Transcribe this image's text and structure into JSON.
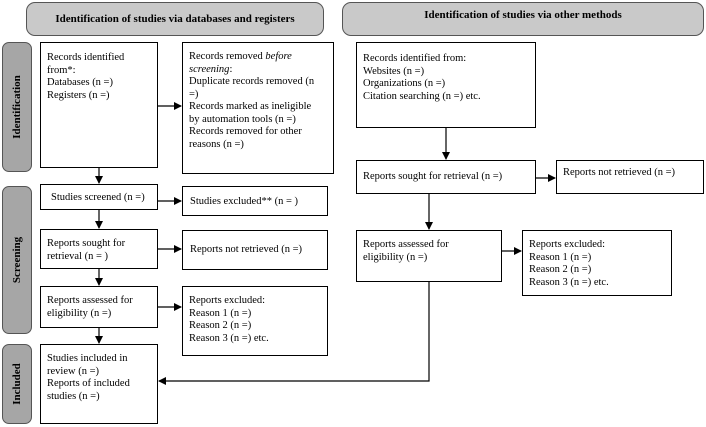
{
  "headers": {
    "left": "Identification of studies via databases and registers",
    "right": "Identification of studies via other methods"
  },
  "phases": {
    "identification": "Identification",
    "screening": "Screening",
    "included": "Included"
  },
  "left": {
    "records_identified": [
      "Records identified",
      "from*:",
      "Databases (n =)",
      "Registers (n =)"
    ],
    "records_removed": {
      "line1": "Records removed ",
      "line1_italic": "before",
      "line2_italic": "screening",
      "line2_rest": ":",
      "rest": [
        "Duplicate records removed (n",
        "=)",
        "Records marked as ineligible",
        "by automation tools (n =)",
        "Records removed for other",
        "reasons (n =)"
      ]
    },
    "studies_screened": "Studies screened (n =)",
    "studies_excluded": "Studies excluded** (n = )",
    "reports_sought": [
      "Reports sought for",
      "retrieval (n = )"
    ],
    "reports_not_retrieved": "Reports not retrieved (n =)",
    "reports_assessed": [
      "Reports assessed for",
      "eligibility (n =)"
    ],
    "reports_excluded": [
      "Reports excluded:",
      "Reason 1 (n =)",
      "Reason 2 (n =)",
      "Reason 3 (n =) etc."
    ],
    "included": [
      "Studies included in",
      "review (n =)",
      "Reports of included",
      "studies (n =)"
    ]
  },
  "right": {
    "records_identified": [
      "Records identified from:",
      "Websites (n =)",
      "Organizations (n =)",
      "Citation searching (n =) etc."
    ],
    "reports_sought": "Reports sought for retrieval (n =)",
    "reports_not_retrieved": "Reports not retrieved (n =)",
    "reports_assessed": [
      "Reports assessed for",
      "eligibility (n =)"
    ],
    "reports_excluded": [
      "Reports excluded:",
      "Reason 1 (n =)",
      "Reason 2 (n =)",
      "Reason 3 (n =) etc."
    ]
  }
}
